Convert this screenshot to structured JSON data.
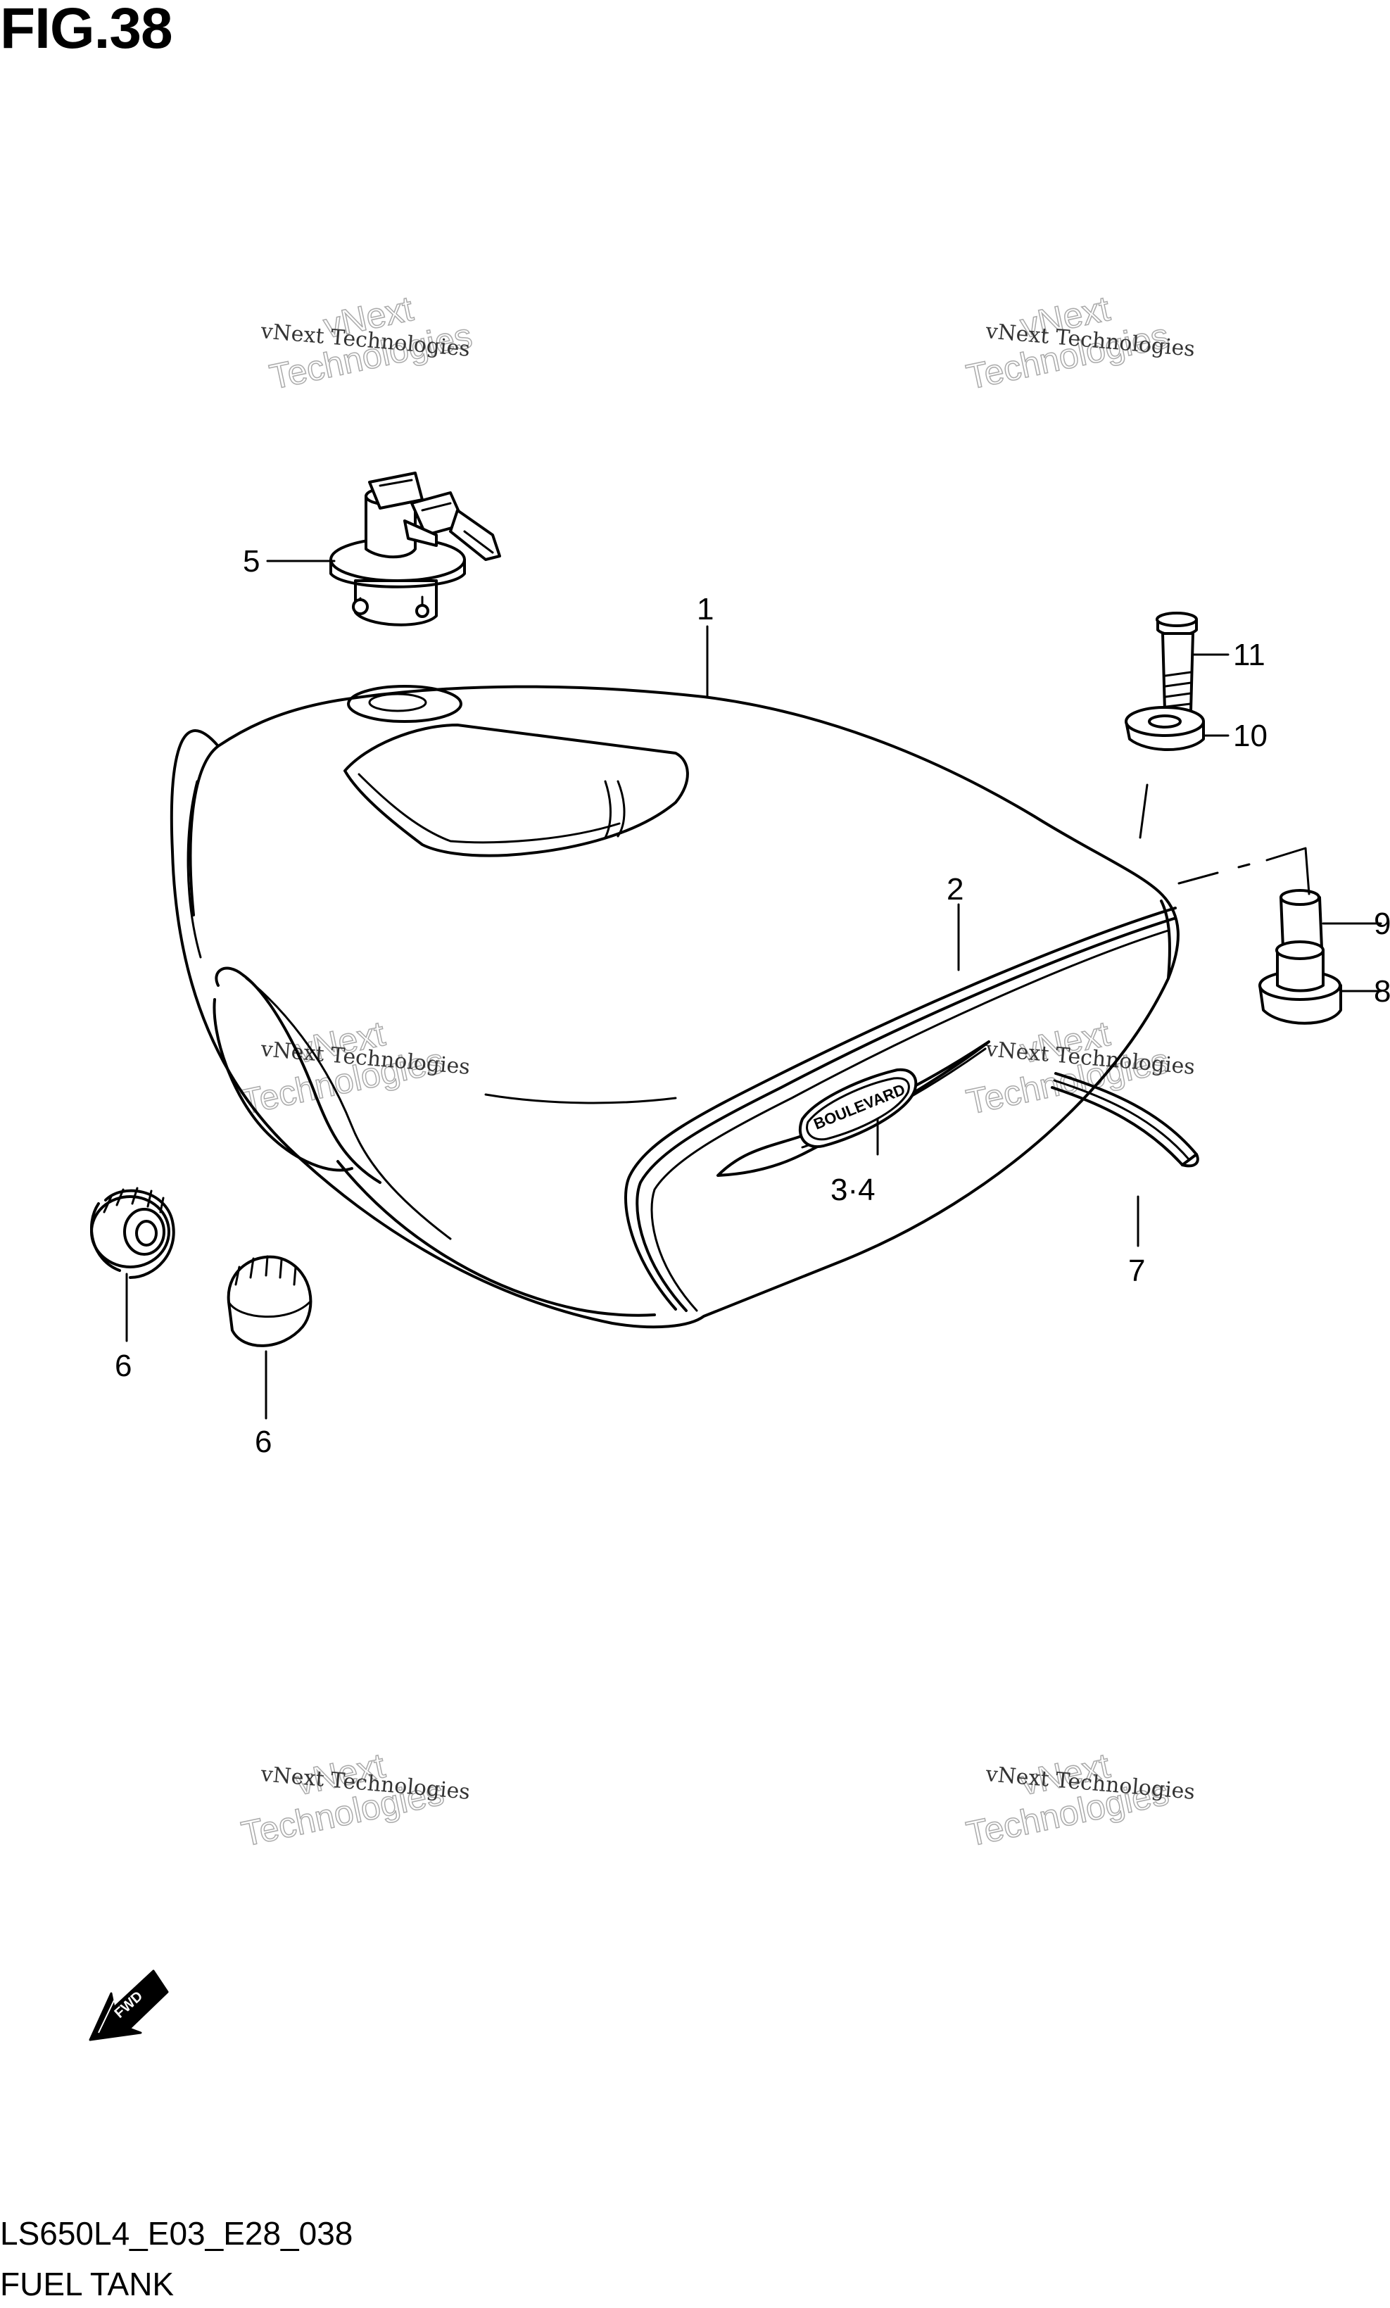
{
  "figure": {
    "title": "FIG.38",
    "model_code": "LS650L4_E03_E28_038",
    "part_name": "FUEL TANK"
  },
  "callouts": [
    {
      "id": "c1",
      "label": "1"
    },
    {
      "id": "c2",
      "label": "2"
    },
    {
      "id": "c34",
      "label": "3·4"
    },
    {
      "id": "c5",
      "label": "5"
    },
    {
      "id": "c6a",
      "label": "6"
    },
    {
      "id": "c6b",
      "label": "6"
    },
    {
      "id": "c7",
      "label": "7"
    },
    {
      "id": "c8",
      "label": "8"
    },
    {
      "id": "c9",
      "label": "9"
    },
    {
      "id": "c10",
      "label": "10"
    },
    {
      "id": "c11",
      "label": "11"
    }
  ],
  "watermark": {
    "line1": "vNext Technologies",
    "line2": "vNext",
    "line3": "Technologies"
  },
  "emblem_text": "BOULEVARD",
  "direction_marker": "FWD",
  "icons": {
    "fwd_arrow": "fwd-arrow-icon"
  }
}
